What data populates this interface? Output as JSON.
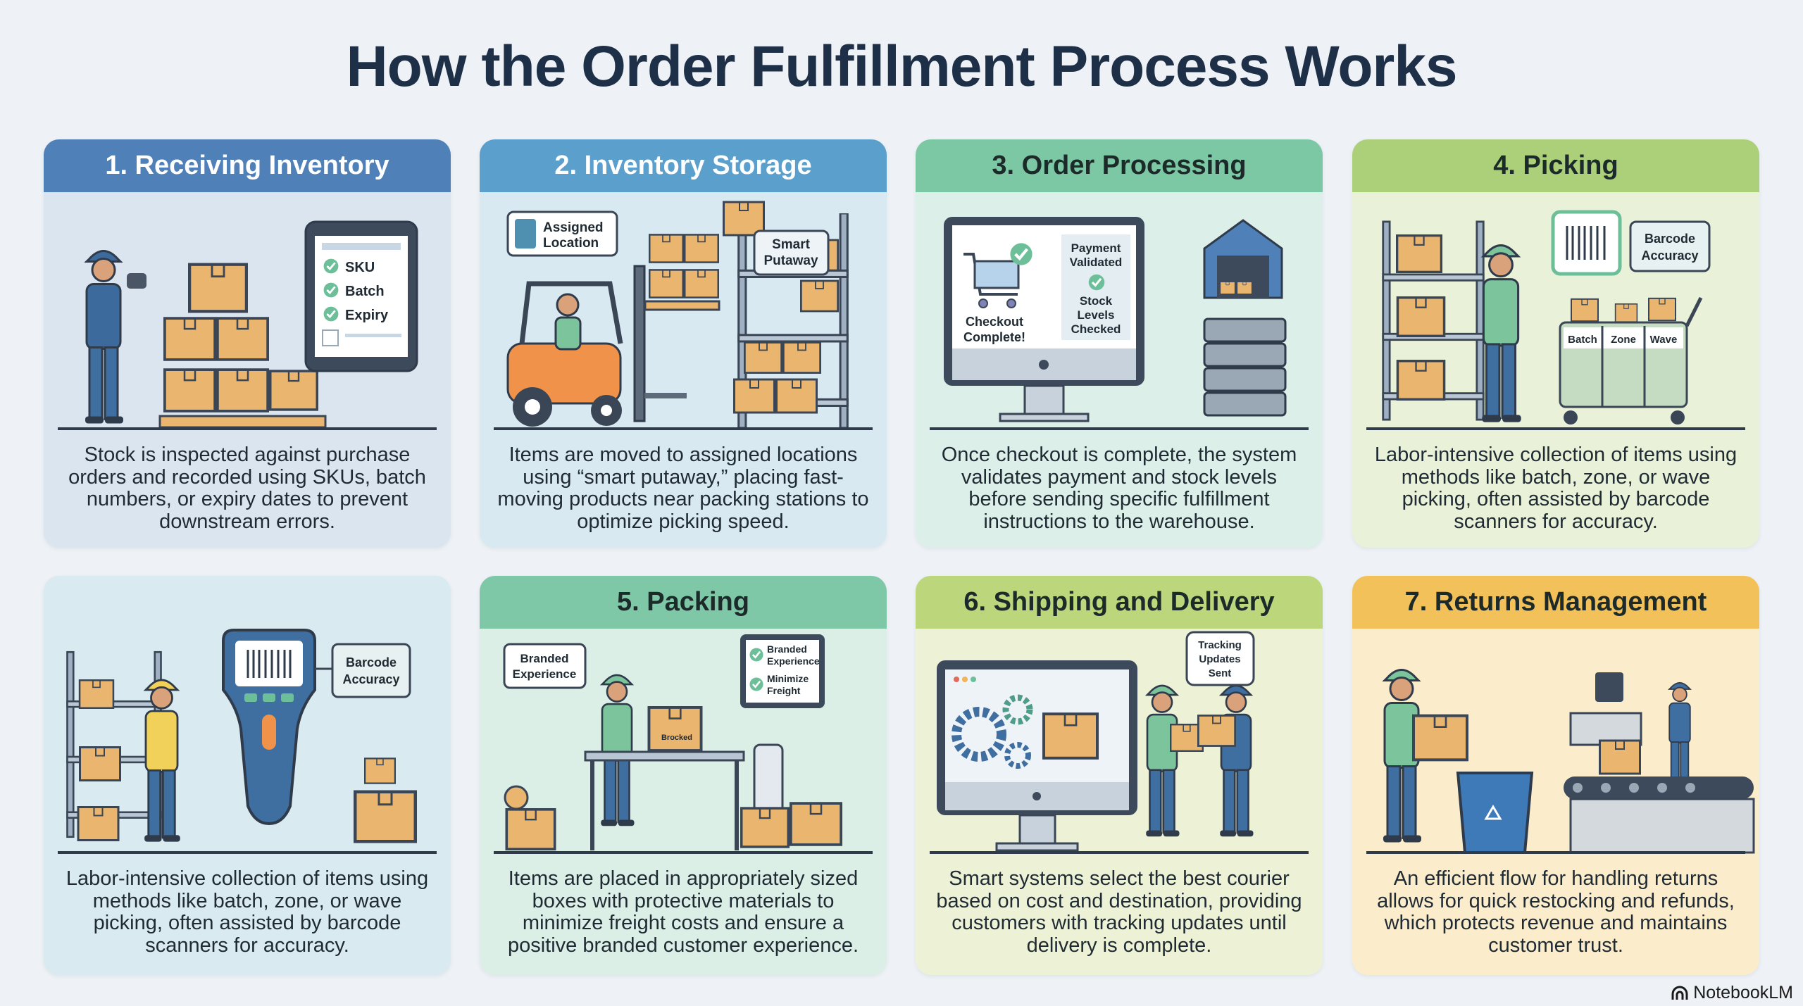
{
  "title": "How the Order Fulfillment Process Works",
  "colors": {
    "title": "#1e2f48",
    "step1": "#4f80b8",
    "step2": "#5b9fcc",
    "step3": "#7cc8a4",
    "step4": "#acd07a",
    "step5": "#7ec8a8",
    "step6": "#bcd67c",
    "step7": "#f3c15a",
    "box": "#e9b56f"
  },
  "cards": [
    {
      "title": "1. Receiving Inventory",
      "description": "Stock is inspected against purchase orders and recorded using SKUs, batch numbers, or expiry dates to prevent downstream errors.",
      "labels": [
        "SKU",
        "Batch",
        "Expiry"
      ]
    },
    {
      "title": "2. Inventory Storage",
      "description": "Items are moved to assigned locations using “smart putaway,” placing fast-moving products near packing stations to optimize picking speed.",
      "labels": [
        "Assigned",
        "Location",
        "Smart",
        "Putaway"
      ]
    },
    {
      "title": "3. Order Processing",
      "description": "Once checkout is complete, the system validates payment and stock levels before sending specific fulfillment instructions to the warehouse.",
      "labels": [
        "Checkout",
        "Complete!",
        "Payment",
        "Validated",
        "Stock",
        "Levels",
        "Checked"
      ]
    },
    {
      "title": "4. Picking",
      "description": "Labor-intensive collection of items using methods like batch, zone, or wave picking, often assisted by barcode scanners for accuracy.",
      "labels": [
        "Barcode",
        "Accuracy",
        "Batch",
        "Zone",
        "Wave"
      ]
    },
    {
      "title": "",
      "description": "Labor-intensive collection of items using methods like batch, zone, or wave picking, often assisted by barcode scanners for accuracy.",
      "labels": [
        "Barcode",
        "Accuracy"
      ]
    },
    {
      "title": "5. Packing",
      "description": "Items are placed in appropriately sized boxes with protective materials to minimize freight costs and ensure a positive branded customer experience.",
      "labels": [
        "Branded",
        "Experience",
        "Branded",
        "Experience",
        "Minimize",
        "Freight",
        "Brocked"
      ]
    },
    {
      "title": "6. Shipping and Delivery",
      "description": "Smart systems select the best courier based on cost and destination, providing customers with tracking updates until delivery is complete.",
      "labels": [
        "Tracking",
        "Updates",
        "Sent"
      ]
    },
    {
      "title": "7. Returns Management",
      "description": "An efficient flow for handling returns allows for quick restocking and refunds, which protects revenue and maintains customer trust.",
      "labels": []
    }
  ],
  "footer": {
    "brand": "NotebookLM",
    "icon": "notebooklm-logo-icon"
  }
}
